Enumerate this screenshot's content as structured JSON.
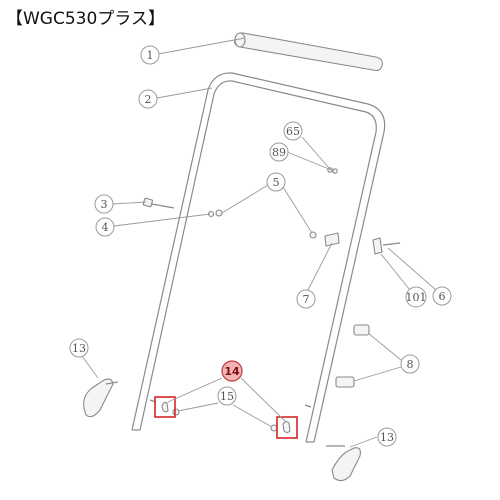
{
  "title": "【WGC530プラス】",
  "callouts": [
    {
      "label": "1"
    },
    {
      "label": "2"
    },
    {
      "label": "65"
    },
    {
      "label": "89"
    },
    {
      "label": "3"
    },
    {
      "label": "4"
    },
    {
      "label": "5"
    },
    {
      "label": "7"
    },
    {
      "label": "101"
    },
    {
      "label": "6"
    },
    {
      "label": "8"
    },
    {
      "label": "13"
    },
    {
      "label": "13"
    },
    {
      "label": "14",
      "highlighted": true
    },
    {
      "label": "15"
    }
  ],
  "colors": {
    "highlight_fill": "#f3b3b3",
    "highlight_stroke": "#c0393b",
    "box_stroke": "#d01818",
    "line": "#888888"
  }
}
